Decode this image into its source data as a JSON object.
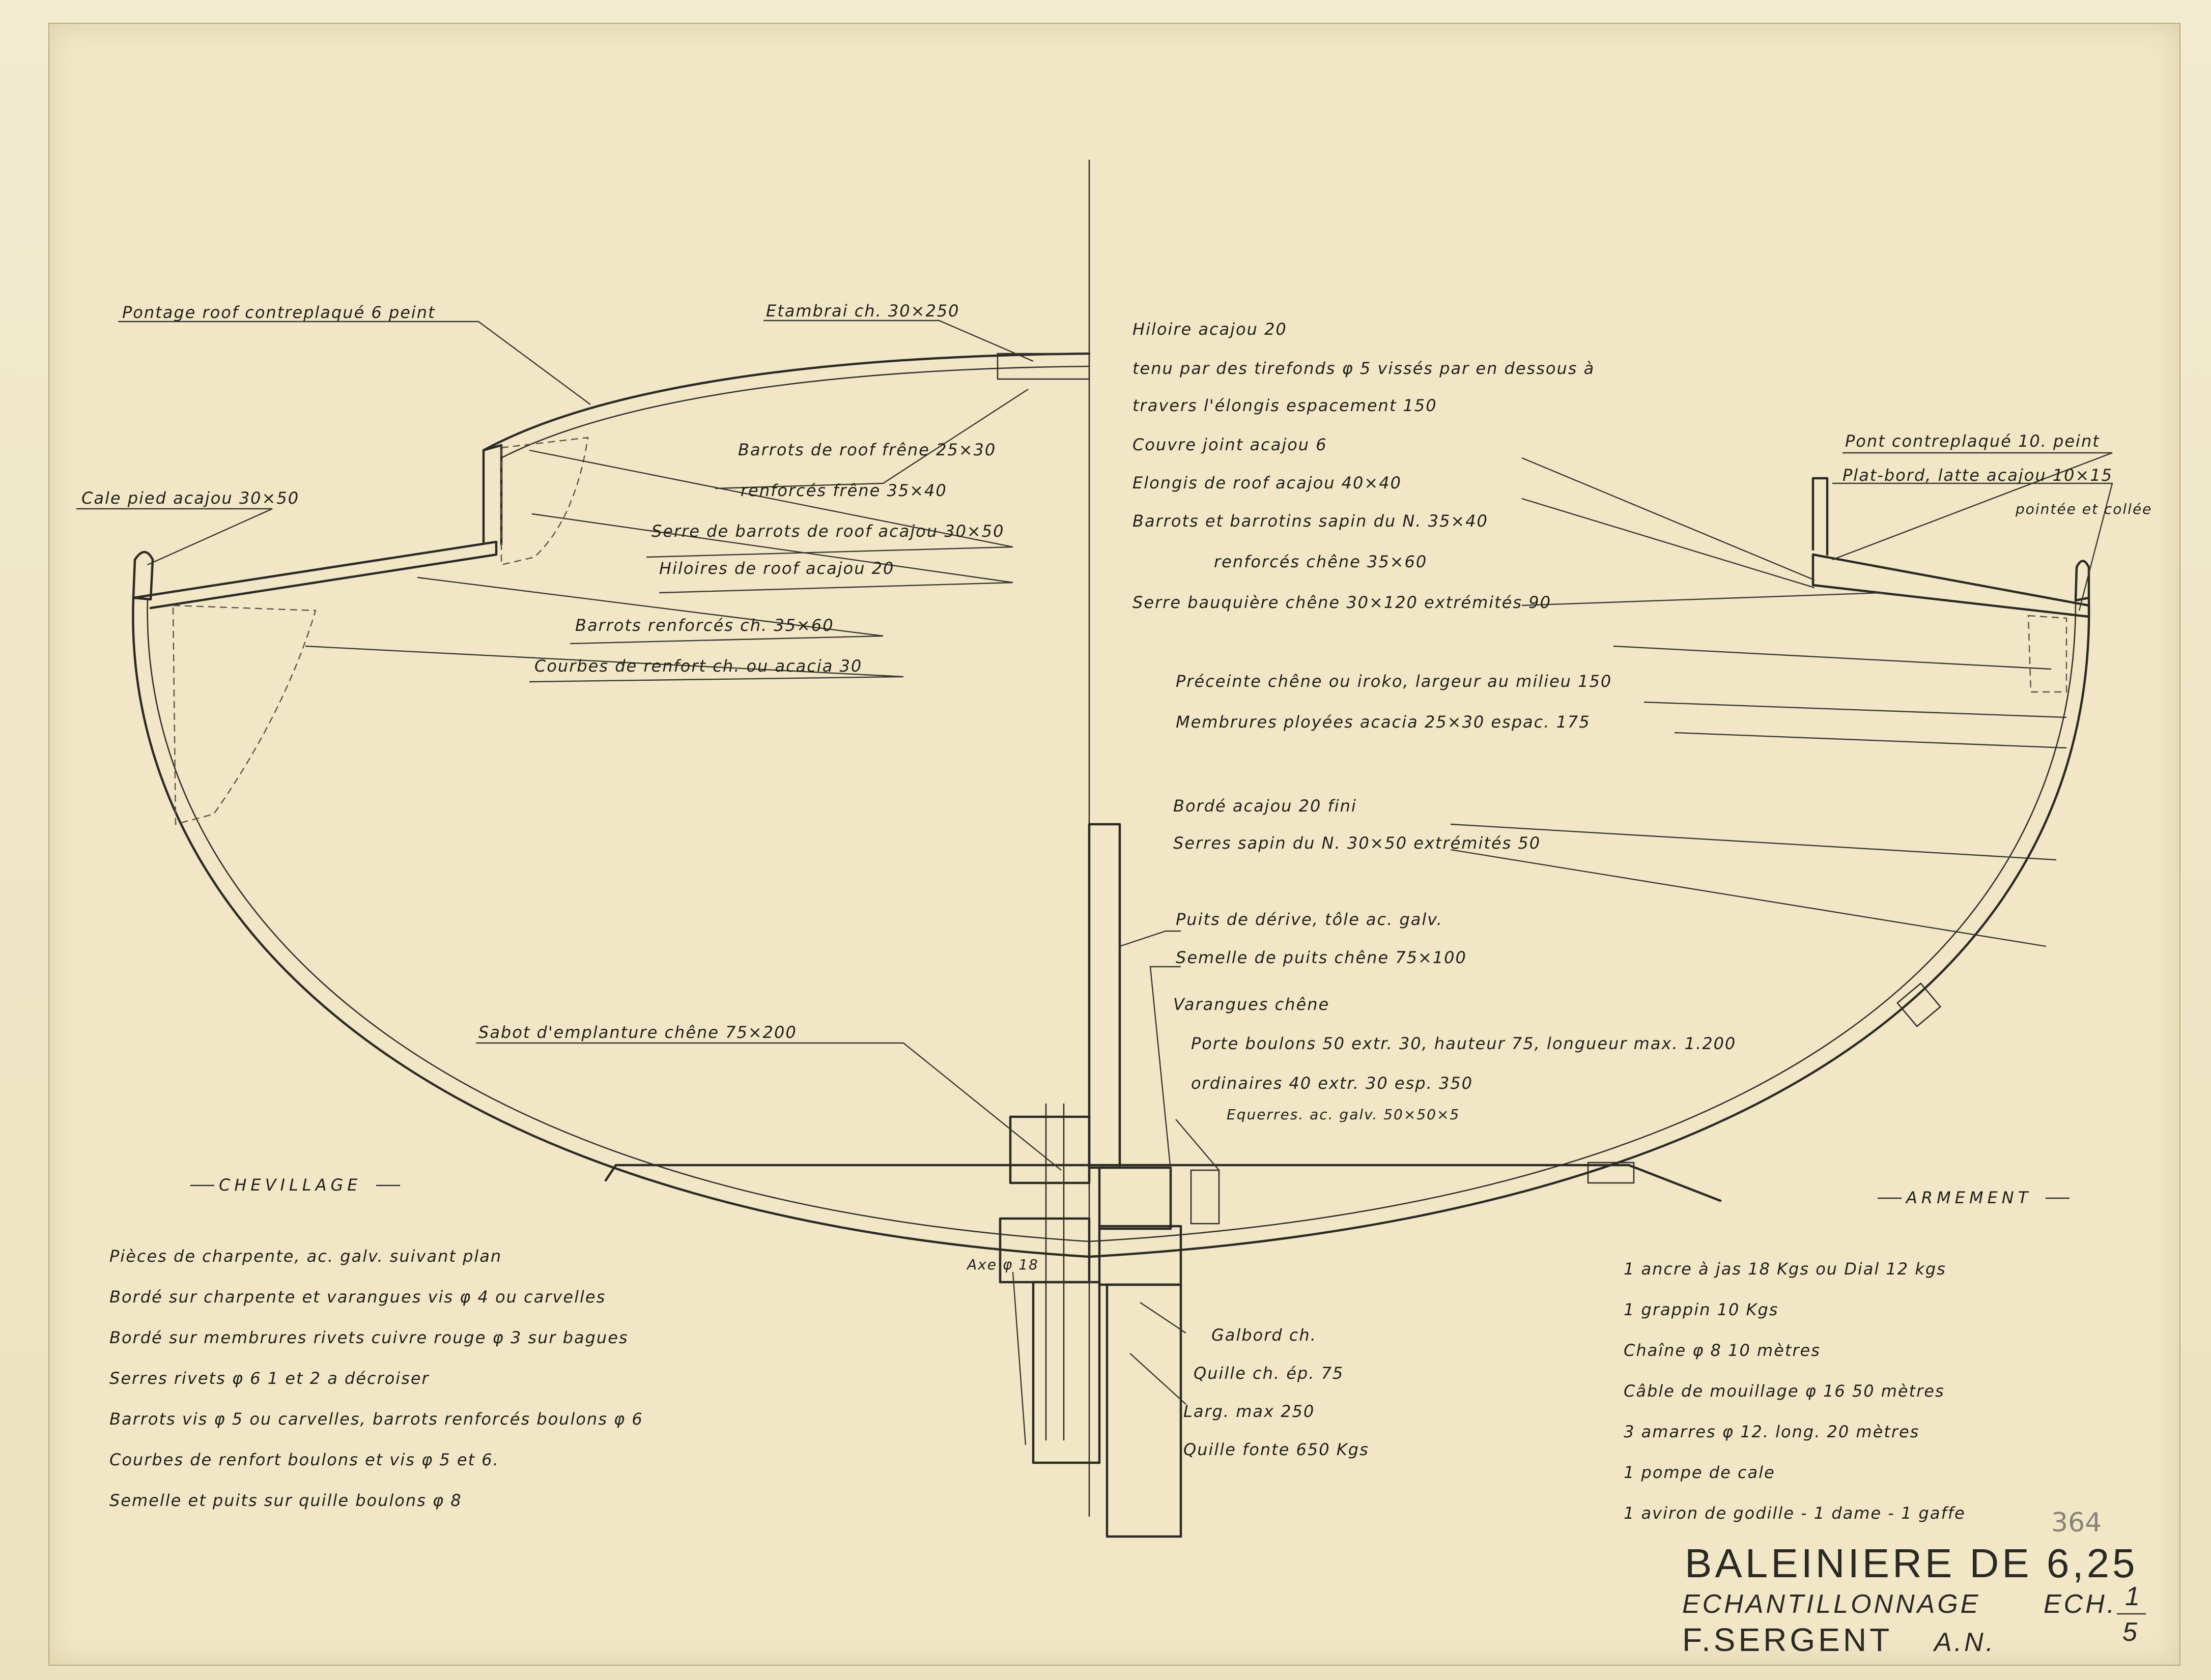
{
  "labels_left": {
    "pontage_roof": "Pontage roof contreplaqué 6 peint",
    "etambrai": "Etambrai ch. 30×250",
    "barrots_roof": "Barrots de roof frêne 25×30",
    "barrots_roof_renf": "renforcés frêne 35×40",
    "cale_pied": "Cale pied acajou 30×50",
    "serre_barrots": "Serre de barrots de roof acajou 30×50",
    "hiloires_roof": "Hiloires de roof acajou 20",
    "barrots_renf": "Barrots renforcés ch. 35×60",
    "courbes": "Courbes de renfort ch. ou acacia 30",
    "sabot": "Sabot d'emplanture chêne 75×200",
    "axe": "Axe φ 18"
  },
  "labels_right": {
    "hiloire": "Hiloire acajou 20",
    "tenu_1": "tenu par des tirefonds φ 5 vissés par en dessous à",
    "tenu_2": "travers l'élongis espacement 150",
    "couvre_joint": "Couvre joint acajou 6",
    "elongis": "Elongis de roof acajou 40×40",
    "barrots_sapin": "Barrots et barrotins sapin du N. 35×40",
    "renf_chene": "renforcés chêne 35×60",
    "serre_bauquiere": "Serre bauquière chêne 30×120 extrémités 90",
    "pont": "Pont contreplaqué 10. peint",
    "plat_bord_1": "Plat-bord, latte acajou 10×15",
    "plat_bord_2": "pointée et collée",
    "preceinte": "Préceinte chêne ou iroko, largeur au milieu 150",
    "membrures": "Membrures ployées acacia 25×30 espac. 175",
    "borde": "Bordé acajou 20 fini",
    "serres": "Serres sapin du N. 30×50 extrémités 50",
    "puits": "Puits de dérive, tôle ac. galv.",
    "semelle": "Semelle de puits chêne 75×100",
    "varangues": "Varangues chêne",
    "porte_boulons": "Porte boulons 50 extr. 30, hauteur 75, longueur max. 1.200",
    "ordinaires": "ordinaires 40 extr. 30 esp. 350",
    "equerres": "Equerres. ac. galv. 50×50×5",
    "galbord": "Galbord ch.",
    "quille_ch": "Quille ch. ép. 75",
    "larg_max": "Larg. max 250",
    "quille_fonte": "Quille fonte 650 Kgs"
  },
  "chevillage": {
    "heading": "CHEVILLAGE",
    "lines": [
      "Pièces de charpente, ac. galv. suivant plan",
      "Bordé sur charpente et varangues vis φ 4 ou carvelles",
      "Bordé sur membrures rivets cuivre rouge φ 3 sur bagues",
      "Serres rivets φ 6 1 et 2 a décroiser",
      "Barrots vis φ 5 ou carvelles, barrots renforcés boulons φ 6",
      "Courbes de renfort boulons et vis φ 5 et 6.",
      "Semelle et puits sur quille boulons φ 8"
    ]
  },
  "armement": {
    "heading": "ARMEMENT",
    "lines": [
      "1 ancre à jas 18 Kgs ou Dial 12 kgs",
      "1 grappin 10 Kgs",
      "Chaîne φ 8 10 mètres",
      "Câble de mouillage φ 16 50 mètres",
      "3 amarres φ 12. long. 20 mètres",
      "1 pompe de cale",
      "1 aviron de godille - 1 dame - 1 gaffe"
    ]
  },
  "title_block": {
    "stamp": "364",
    "title": "BALEINIERE DE 6,25",
    "subtitle": "ECHANTILLONNAGE",
    "scale_prefix": "ECH.",
    "scale_num": "1",
    "scale_den": "5",
    "author": "F.SERGENT",
    "author_suffix": "A.N."
  }
}
